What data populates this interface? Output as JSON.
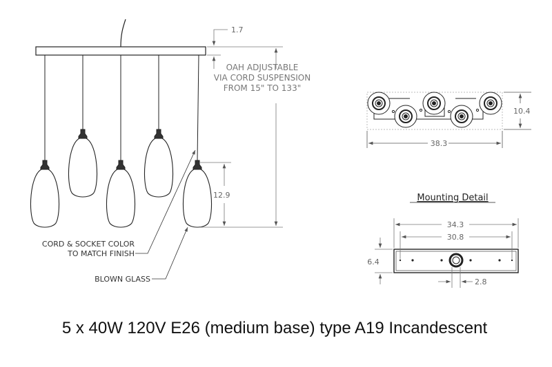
{
  "dimensions": {
    "canopy_height": "1.7",
    "glass_height": "12.9",
    "canopy_depth": "10.4",
    "canopy_length": "38.3",
    "mount_outer": "34.3",
    "mount_inner": "30.8",
    "mount_depth": "6.4",
    "mount_hole": "2.8"
  },
  "notes": {
    "oah_line1": "OAH ADJUSTABLE",
    "oah_line2": "VIA CORD SUSPENSION",
    "oah_line3": "FROM 15\" TO 133\"",
    "cord_line1": "CORD & SOCKET COLOR",
    "cord_line2": "TO MATCH FINISH",
    "glass": "BLOWN GLASS"
  },
  "mounting_title": "Mounting Detail",
  "caption": "5 x 40W 120V E26 (medium base) type A19 Incandescent",
  "pendant_count": 5
}
